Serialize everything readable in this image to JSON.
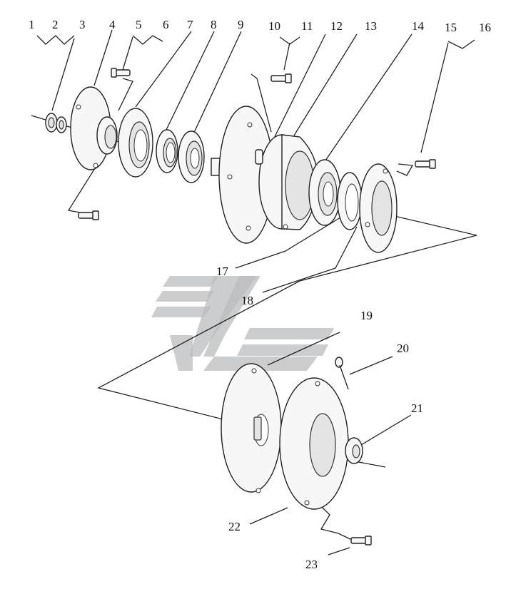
{
  "labels": [
    "1",
    "2",
    "3",
    "4",
    "5",
    "6",
    "7",
    "8",
    "9",
    "10",
    "11",
    "12",
    "13",
    "14",
    "15",
    "16",
    "17",
    "18",
    "19",
    "20",
    "21",
    "22",
    "23"
  ],
  "colors": {
    "line": "#222222",
    "watermark": "#b9bcbd",
    "background": "#ffffff"
  }
}
